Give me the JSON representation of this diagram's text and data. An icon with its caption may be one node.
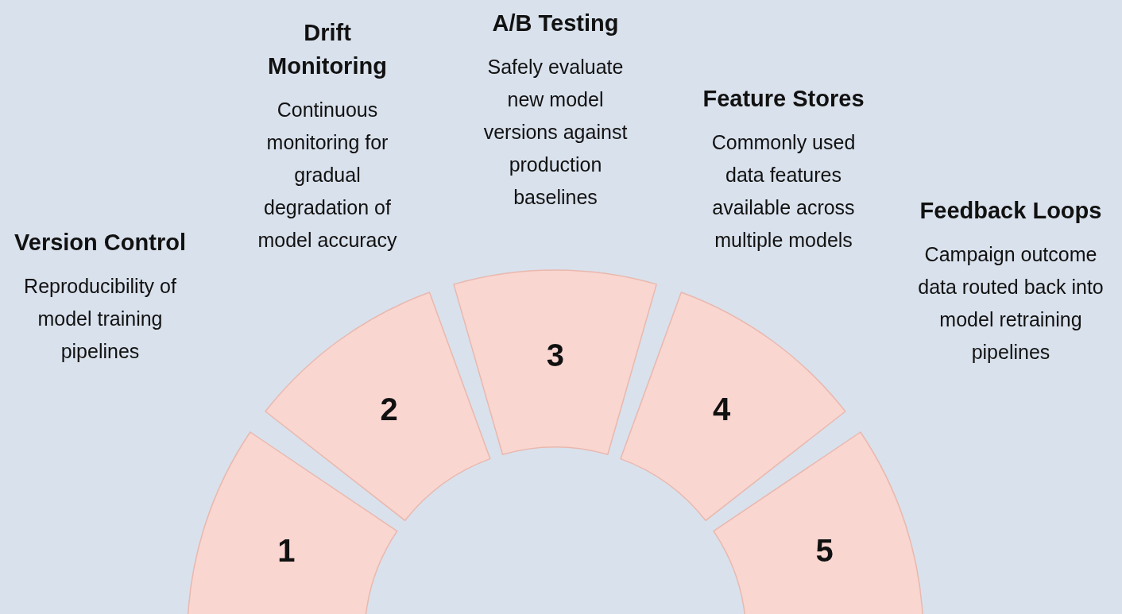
{
  "diagram": {
    "nodes": [
      {
        "text": [
          "1"
        ],
        "beside": [
          "Version Control",
          "Reproducibility of model training pipelines"
        ]
      },
      {
        "text": [
          "2"
        ],
        "beside": [
          "Drift Monitoring",
          "Continuous monitoring for gradual degradation of model accuracy"
        ]
      },
      {
        "text": [
          "3"
        ],
        "beside": [
          "A/B Testing",
          "Safely evaluate new model versions against production baselines"
        ]
      },
      {
        "text": [
          "4"
        ],
        "beside": [
          "Feature Stores",
          "Commonly used data features available across multiple models"
        ]
      },
      {
        "text": [
          "5"
        ],
        "beside": [
          "Feedback Loops",
          "Campaign outcome data routed back into model retraining pipelines"
        ]
      }
    ]
  }
}
